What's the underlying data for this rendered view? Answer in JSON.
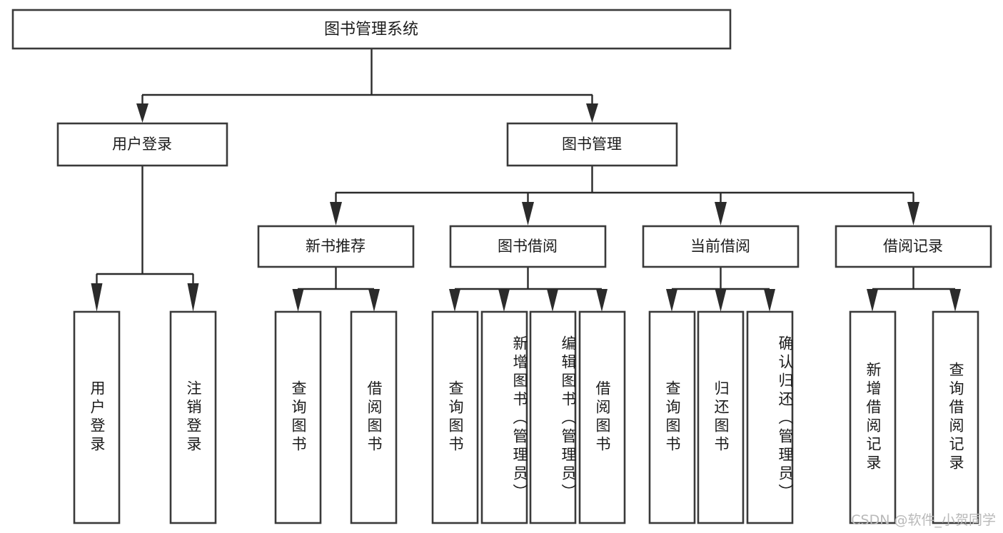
{
  "diagram": {
    "title": "图书管理系统",
    "type": "tree",
    "orientation": "top-down",
    "colors": {
      "box_stroke": "#3a3a3a",
      "box_fill": "#ffffff",
      "connector": "#2b2b2b",
      "text": "#1b1b1b",
      "background": "#ffffff",
      "watermark": "#b9b9b9"
    },
    "root": {
      "label": "图书管理系统"
    },
    "level2": [
      {
        "label": "用户登录"
      },
      {
        "label": "图书管理"
      }
    ],
    "level3": [
      {
        "label": "新书推荐"
      },
      {
        "label": "图书借阅"
      },
      {
        "label": "当前借阅"
      },
      {
        "label": "借阅记录"
      }
    ],
    "leaves": {
      "user_login": [
        "用户登录",
        "注销登录"
      ],
      "new_book": [
        "查询图书",
        "借阅图书"
      ],
      "borrow_book": [
        "查询图书",
        "新增图书（管理员）",
        "编辑图书（管理员）",
        "借阅图书"
      ],
      "current_borrow": [
        "查询图书",
        "归还图书",
        "确认归还（管理员）"
      ],
      "borrow_record": [
        "新增借阅记录",
        "查询借阅记录"
      ]
    }
  },
  "watermark": {
    "text": "CSDN @软件_小贺同学"
  }
}
